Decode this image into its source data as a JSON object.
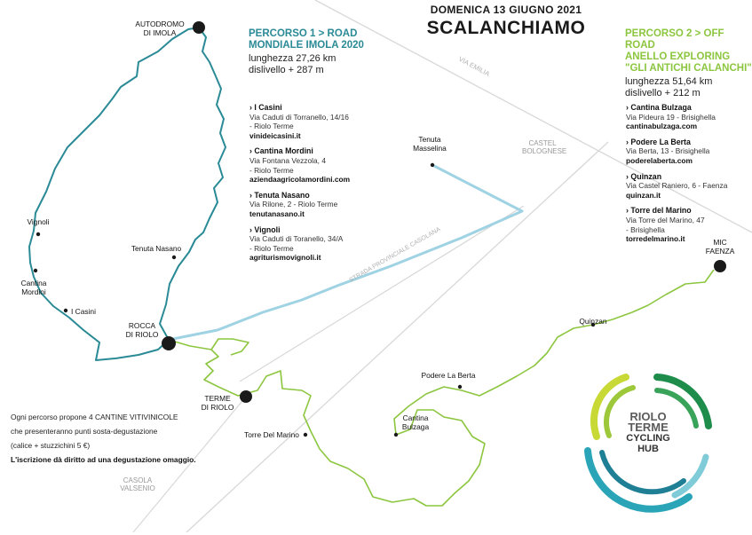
{
  "header": {
    "date": "DOMENICA 13 GIUGNO 2021",
    "title": "SCALANCHIAMO"
  },
  "colors": {
    "route1": "#2a8a96",
    "route2": "#8cc63f",
    "connector": "#9fd3e3",
    "road": "#d6d6d6"
  },
  "route1": {
    "title_lines": [
      "PERCORSO 1 > ROAD",
      "MONDIALE IMOLA 2020"
    ],
    "length": "lunghezza 27,26 km",
    "elevation": "dislivello + 287 m",
    "wineries": [
      {
        "name": "› I Casini",
        "address_lines": [
          "Via Caduti di Torranello, 14/16",
          "- Riolo Terme"
        ],
        "site": "vinideicasini.it"
      },
      {
        "name": "› Cantina Mordini",
        "address_lines": [
          "Via Fontana Vezzola, 4",
          "- Riolo Terme"
        ],
        "site": "aziendaagricolamordini.com"
      },
      {
        "name": "› Tenuta Nasano",
        "address_lines": [
          "Via Rilone, 2 - Riolo Terme"
        ],
        "site": "tenutanasano.it"
      },
      {
        "name": "› Vignoli",
        "address_lines": [
          "Via Caduti di Toranello, 34/A",
          "- Riolo Terme"
        ],
        "site": "agriturismovignoli.it"
      }
    ]
  },
  "route2": {
    "title_lines": [
      "PERCORSO 2 > OFF ROAD",
      "ANELLO EXPLORING",
      "\"GLI ANTICHI CALANCHI\""
    ],
    "length": "lunghezza 51,64 km",
    "elevation": "dislivello + 212 m",
    "wineries": [
      {
        "name": "› Cantina Bulzaga",
        "address_lines": [
          "Via Pideura 19 - Brisighella"
        ],
        "site": "cantinabulzaga.com"
      },
      {
        "name": "› Podere La Berta",
        "address_lines": [
          "Via Berta, 13 - Brisighella"
        ],
        "site": "poderelaberta.com"
      },
      {
        "name": "› Quinzan",
        "address_lines": [
          "Via Castel Raniero, 6 - Faenza"
        ],
        "site": "quinzan.it"
      },
      {
        "name": "› Torre del Marino",
        "address_lines": [
          "Via Torre del Marino, 47",
          "- Brisighella"
        ],
        "site": "torredelmarino.it"
      }
    ]
  },
  "places": {
    "autodromo": [
      "AUTODROMO",
      "DI IMOLA"
    ],
    "rocca": [
      "ROCCA",
      "DI RIOLO"
    ],
    "terme": [
      "TERME",
      "DI RIOLO"
    ],
    "mic": [
      "MIC",
      "FAENZA"
    ],
    "vignoli": "Vignoli",
    "cantina_mordini": [
      "Cantina",
      "Mordini"
    ],
    "i_casini": "I Casini",
    "tenuta_nasano": "Tenuta Nasano",
    "tenuta_masselina": [
      "Tenuta",
      "Masselina"
    ],
    "podere_la_berta": "Podere La Berta",
    "cantina_bulzaga": [
      "Cantina",
      "Bulzaga"
    ],
    "torre_del_marino": "Torre Del Marino",
    "quinzan": "Quinzan"
  },
  "roads": {
    "via_emilia": "VIA EMILIA",
    "castel_bolognese": [
      "CASTEL",
      "BOLOGNESE"
    ],
    "strada_provinciale": "STRADA PROVINCIALE CASOLANA",
    "casola_valsenio": [
      "CASOLA",
      "VALSENIO"
    ]
  },
  "note": {
    "lines": [
      "Ogni percorso propone 4 CANTINE VITIVINICOLE",
      "che presenteranno punti sosta-degustazione",
      "(calice + stuzzichini 5 €)"
    ],
    "bold_line": "L'iscrizione dà diritto ad una degustazione omaggio."
  },
  "logo": {
    "lines": [
      "RIOLO",
      "TERME",
      "CYCLING",
      "HUB"
    ]
  }
}
